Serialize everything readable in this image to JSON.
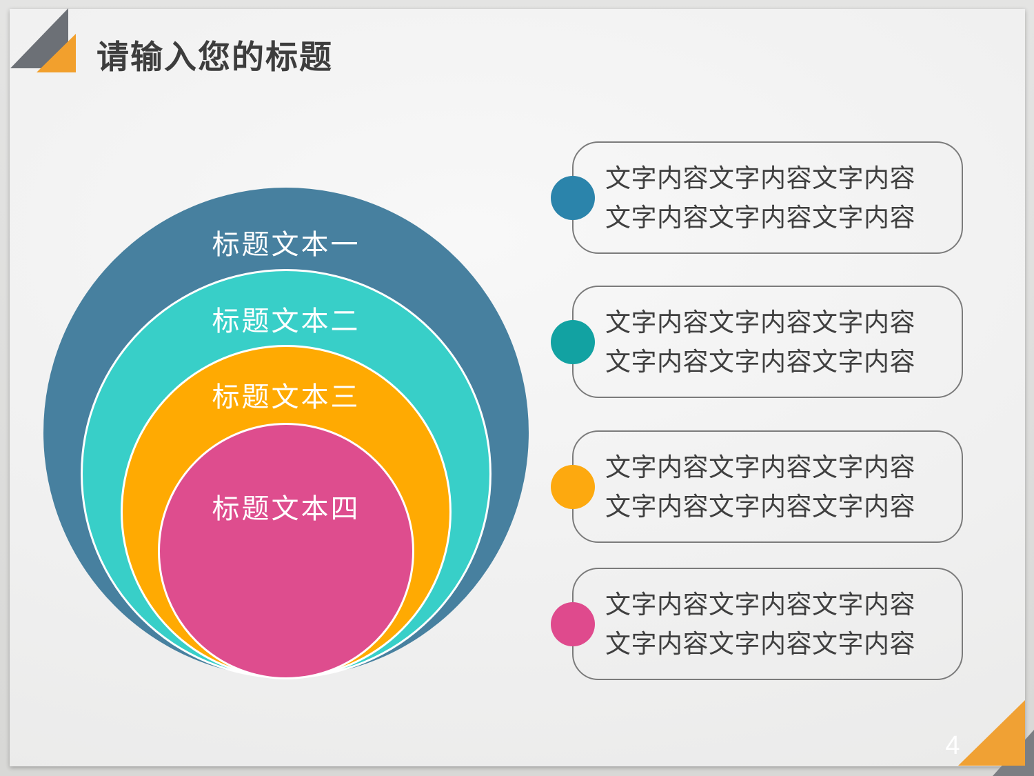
{
  "slide": {
    "title": "请输入您的标题",
    "page_number": "4"
  },
  "decor": {
    "gray_triangle_color": "#6c7076",
    "orange_triangle_color": "#f2a02d",
    "br_gray_triangle_color": "#7b7e83",
    "br_orange_triangle_color": "#f0a134"
  },
  "chart_data": {
    "type": "nested-circles-diagram",
    "title": "请输入您的标题",
    "levels": [
      "标题文本一",
      "标题文本二",
      "标题文本三",
      "标题文本四"
    ]
  },
  "diagram": {
    "circles": [
      {
        "label": "标题文本一",
        "color": "#47809f"
      },
      {
        "label": "标题文本二",
        "color": "#38cfc8"
      },
      {
        "label": "标题文本三",
        "color": "#ffaa02"
      },
      {
        "label": "标题文本四",
        "color": "#de4d8e"
      }
    ]
  },
  "items": [
    {
      "bullet_color": "#2b84ab",
      "line1": "文字内容文字内容文字内容",
      "line2": "文字内容文字内容文字内容"
    },
    {
      "bullet_color": "#12a2a2",
      "line1": "文字内容文字内容文字内容",
      "line2": "文字内容文字内容文字内容"
    },
    {
      "bullet_color": "#fda90f",
      "line1": "文字内容文字内容文字内容",
      "line2": "文字内容文字内容文字内容"
    },
    {
      "bullet_color": "#df4a8d",
      "line1": "文字内容文字内容文字内容",
      "line2": "文字内容文字内容文字内容"
    }
  ]
}
